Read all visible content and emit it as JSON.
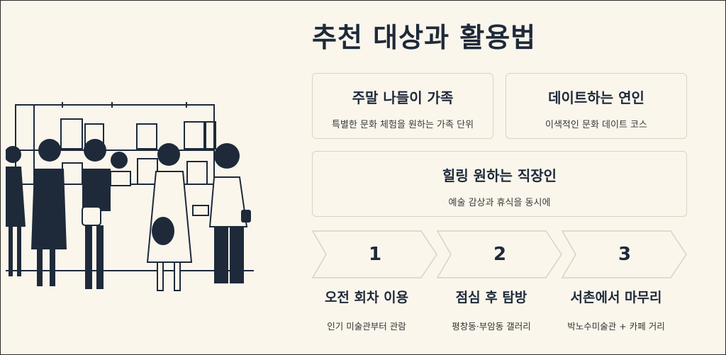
{
  "title": "추천 대상과 활용법",
  "targets": [
    {
      "title": "주말 나들이 가족",
      "desc": "특별한 문화 체험을 원하는 가족 단위"
    },
    {
      "title": "데이트하는 연인",
      "desc": "이색적인 문화 데이트 코스"
    },
    {
      "title": "힐링 원하는 직장인",
      "desc": "예술 감상과 휴식을 동시에"
    }
  ],
  "steps": [
    {
      "num": "1",
      "title": "오전 회차 이용",
      "desc": "인기 미술관부터 관람"
    },
    {
      "num": "2",
      "title": "점심 후 탐방",
      "desc": "평창동·부암동 갤러리"
    },
    {
      "num": "3",
      "title": "서촌에서 마무리",
      "desc": "박노수미술관 + 카페 거리"
    }
  ],
  "colors": {
    "background": "#fbf6ec",
    "ink": "#1e2a3a",
    "border": "#d9d2c4"
  },
  "illustration": "gallery-visitors-illustration"
}
